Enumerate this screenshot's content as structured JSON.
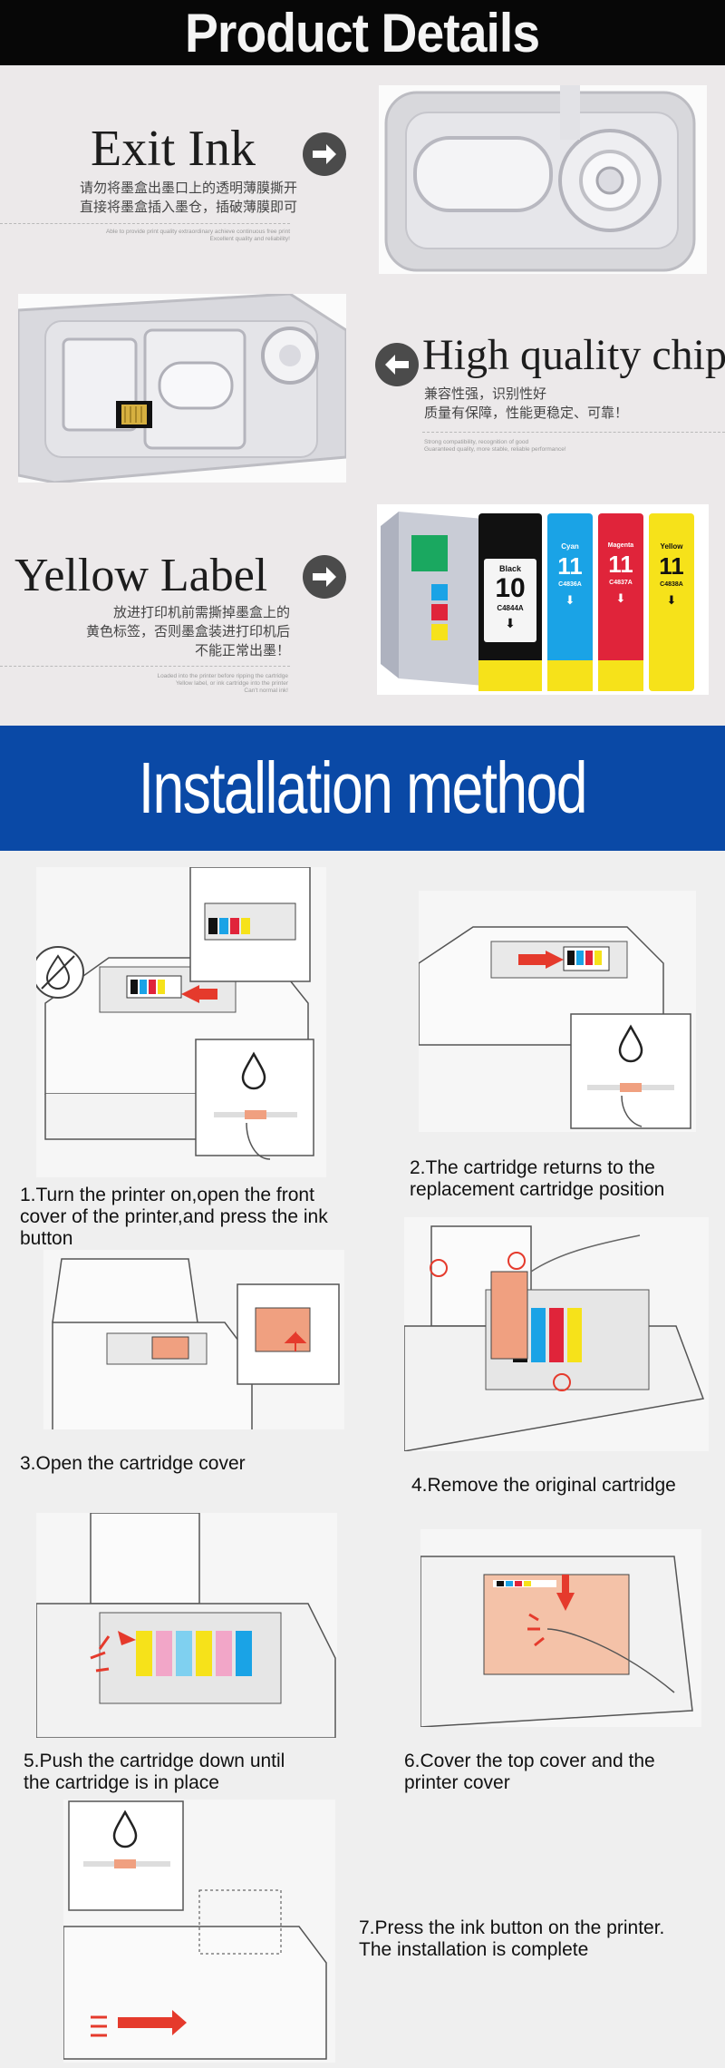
{
  "header": {
    "title": "Product Details"
  },
  "features": [
    {
      "title": "Exit Ink",
      "cn_line1": "请勿将墨盒出墨口上的透明薄膜撕开",
      "cn_line2": "直接将墨盒插入墨仓，插破薄膜即可",
      "note_line1": "Able to provide print quality extraordinary achieve continuous free print",
      "note_line2": "Excellent quality and reliability!"
    },
    {
      "title": "High quality chip",
      "cn_line1": "兼容性强，识别性好",
      "cn_line2": "质量有保障，性能更稳定、可靠！",
      "note_line1": "Strong compatibility, recognition of good",
      "note_line2": "Guaranteed quality, more stable, reliable performance!"
    },
    {
      "title": "Yellow Label",
      "cn_line1": "放进打印机前需撕掉墨盒上的",
      "cn_line2": "黄色标签，否则墨盒装进打印机后",
      "cn_line3": "不能正常出墨！",
      "note_line1": "Loaded into the printer before ripping the cartridge",
      "note_line2": "Yellow label, or ink cartridge into the printer",
      "note_line3": "Can't normal ink!"
    }
  ],
  "cartridges": [
    {
      "color_name": "Black",
      "number": "10",
      "code": "C4844A",
      "color": "#111111",
      "label_color": "#f5f5f5"
    },
    {
      "color_name": "Cyan",
      "number": "11",
      "code": "C4836A",
      "color": "#1aa3e6",
      "label_color": "#f5f5f5"
    },
    {
      "color_name": "Magenta",
      "number": "11",
      "code": "C4837A",
      "color": "#e0243a",
      "label_color": "#f5f5f5"
    },
    {
      "color_name": "Yellow",
      "number": "11",
      "code": "C4838A",
      "color": "#f6e21a",
      "label_color": "#111111"
    }
  ],
  "installation": {
    "title": "Installation method",
    "steps": [
      {
        "line1": "1.Turn the printer on,open the front",
        "line2": "cover of the printer,and press the ink",
        "line3": "button"
      },
      {
        "line1": "2.The cartridge returns to the",
        "line2": "replacement cartridge position"
      },
      {
        "line1": "3.Open the cartridge cover"
      },
      {
        "line1": "4.Remove the original cartridge"
      },
      {
        "line1": "5.Push the cartridge down until",
        "line2": "the cartridge is in place"
      },
      {
        "line1": "6.Cover the top cover and the",
        "line2": "printer cover"
      },
      {
        "line1": "7.Press the ink button on the printer.",
        "line2": "The installation is complete"
      }
    ]
  },
  "colors": {
    "header_bg": "#070707",
    "banner_bg": "#0a49a6",
    "arrow": "#4b4b4b",
    "marker_red": "#e53a2c"
  },
  "icons": [
    "arrow-right-icon",
    "arrow-left-icon",
    "ink-drop-icon",
    "no-ink-icon",
    "red-arrow-icon"
  ]
}
